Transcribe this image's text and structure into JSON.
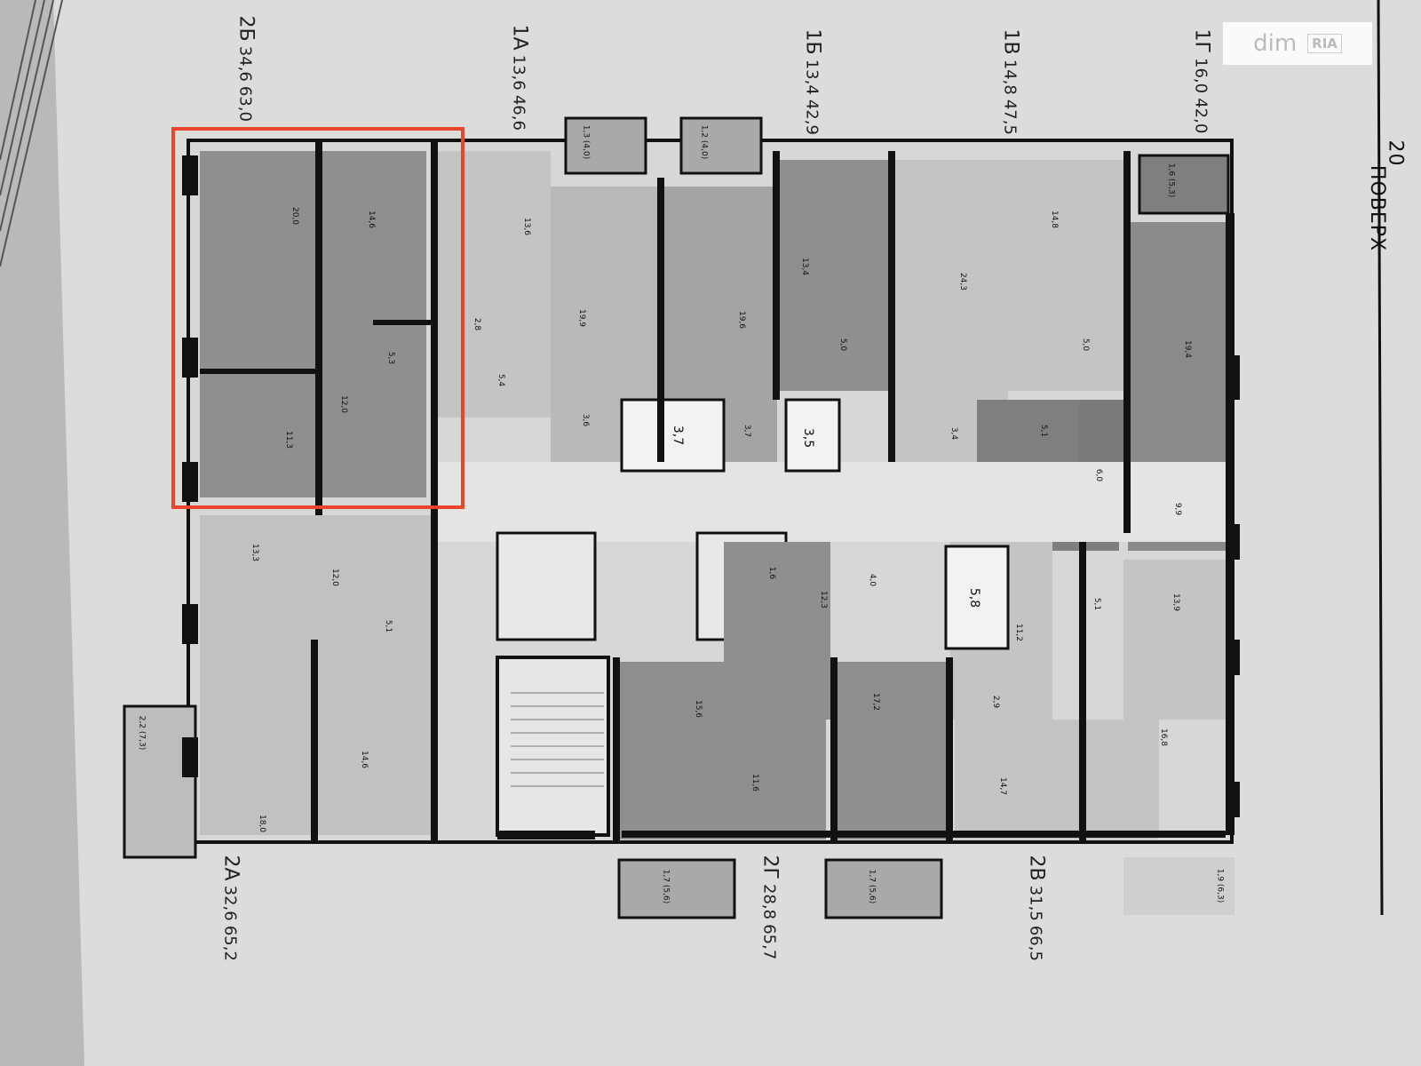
{
  "watermark": {
    "brand": "dim",
    "sub": "RIA"
  },
  "floor": {
    "number": "20",
    "label": "ПОВЕРХ"
  },
  "apartments_top": [
    {
      "id": "2Б",
      "living": "34,6",
      "total": "63,0"
    },
    {
      "id": "1А",
      "living": "13,6",
      "total": "46,6"
    },
    {
      "id": "1Б",
      "living": "13,4",
      "total": "42,9"
    },
    {
      "id": "1В",
      "living": "14,8",
      "total": "47,5"
    },
    {
      "id": "1Г",
      "living": "16,0",
      "total": "42,0"
    }
  ],
  "apartments_bottom": [
    {
      "id": "2А",
      "living": "32,6",
      "total": "65,2"
    },
    {
      "id": "2Г",
      "living": "28,8",
      "total": "65,7"
    },
    {
      "id": "2В",
      "living": "31,5",
      "total": "66,5"
    }
  ],
  "rooms": {
    "r20_0": "20,0",
    "r14_6a": "14,6",
    "r11_3": "11,3",
    "r12_0a": "12,0",
    "r5_3": "5,3",
    "r13_6": "13,6",
    "r2_8": "2,8",
    "r5_4": "5,4",
    "r19_9": "19,9",
    "r3_6": "3,6",
    "r19_6": "19,6",
    "r3_7": "3,7",
    "r13_4": "13,4",
    "r5_0a": "5,0",
    "r24_3": "24,3",
    "r3_4": "3,4",
    "r14_8": "14,8",
    "r5_0b": "5,0",
    "r5_1a": "5,1",
    "r19_4": "19,4",
    "r6_0": "6,0",
    "r9_9": "9,9",
    "r13_3": "13,3",
    "r12_0b": "12,0",
    "r5_1b": "5,1",
    "r18_0": "18,0",
    "r14_6b": "14,6",
    "r1_6": "1,6",
    "r12_3": "12,3",
    "r4_0": "4,0",
    "r15_6": "15,6",
    "r11_6": "11,6",
    "r17_2": "17,2",
    "r11_2": "11,2",
    "r5_1c": "5,1",
    "r13_9": "13,9",
    "r2_9": "2,9",
    "r14_7": "14,7",
    "r16_8": "16,8",
    "lobby_3_7": "3,7",
    "lobby_3_5": "3,5",
    "lobby_5_8": "5,8",
    "balc_1_3": "1,3 (4,0)",
    "balc_1_2": "1,2 (4,0)",
    "balc_1_6": "1,6 (5,3)",
    "balc_2_2": "2,2 (7,3)",
    "balc_1_7a": "1,7 (5,6)",
    "balc_1_7b": "1,7 (5,6)",
    "balc_1_9": "1,9 (6,3)"
  },
  "colors": {
    "highlight": "#e8452c",
    "dark_apt": "#8d8d8b",
    "mid_apt": "#a9a9a7",
    "light_apt": "#c2c2c0",
    "wall": "#111111",
    "paper": "#dededc"
  }
}
